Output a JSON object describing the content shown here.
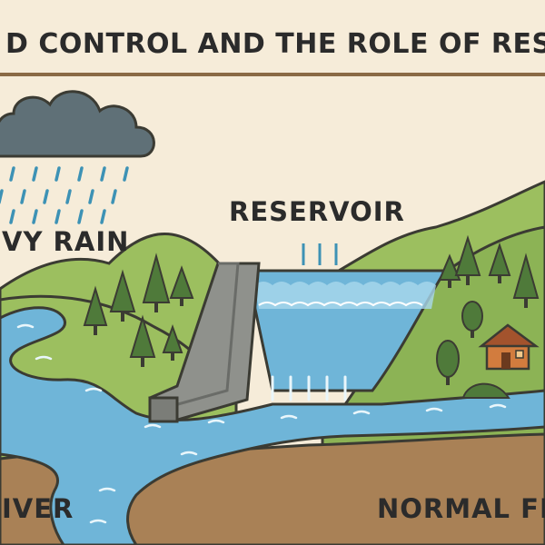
{
  "title": "D CONTROL AND THE ROLE OF RESE",
  "labels": {
    "heavy_rain": "VY RAIN",
    "reservoir": "RESERVOIR",
    "river": "IVER",
    "normal_flow": "NORMAL FL"
  },
  "colors": {
    "background": "#f6ecd9",
    "title_rule": "#8a6a45",
    "cloud": "#5f7077",
    "rain": "#3d92b5",
    "hill_light": "#9cbf5f",
    "hill_dark": "#6f9b45",
    "tree": "#4f7a3a",
    "water": "#6fb5d8",
    "water_light": "#a9d8ec",
    "dam": "#8f918c",
    "ground": "#a98156",
    "house": "#d27c3e",
    "roof": "#a3532d",
    "outline": "#3b3b33"
  },
  "icons": [
    "cloud-icon",
    "rain-drops-icon",
    "tree-icon",
    "house-icon",
    "dam-icon"
  ]
}
